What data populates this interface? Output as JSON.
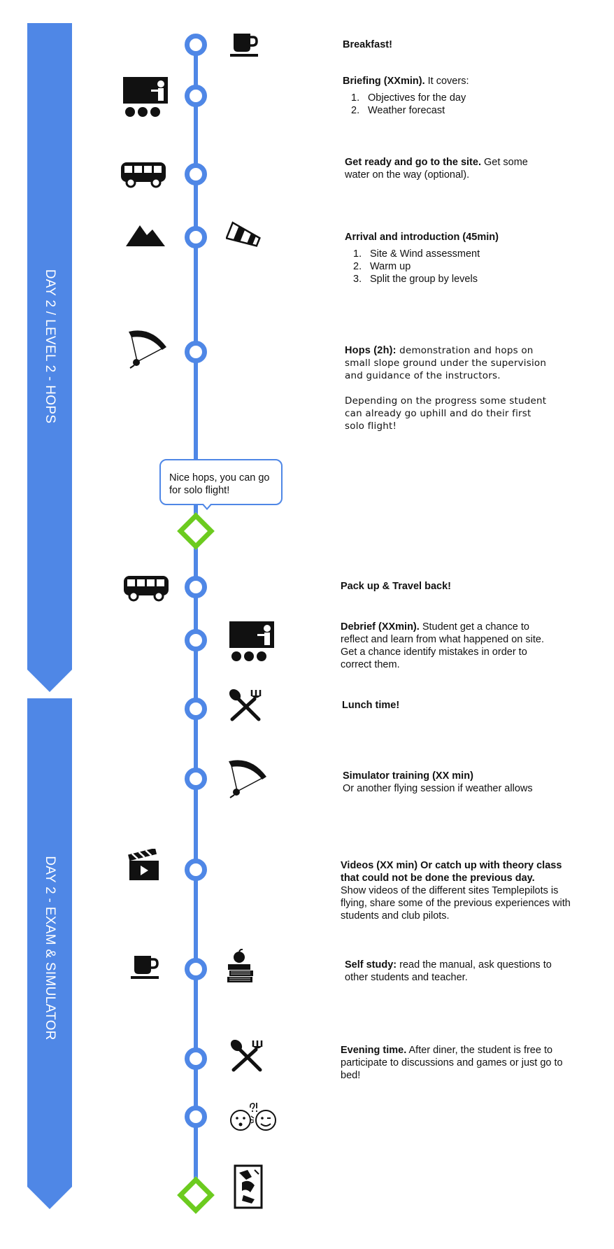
{
  "bands": {
    "day2_level2": "DAY 2 / LEVEL 2 - HOPS",
    "day2_exam": "DAY 2 - EXAM & SIMULATOR"
  },
  "colors": {
    "timeline": "#4f87e6",
    "milestone": "#6ccb1f",
    "band": "#4f87e6"
  },
  "bubble": "Nice hops, you can go for solo flight!",
  "steps": {
    "breakfast": {
      "title": "Breakfast!"
    },
    "briefing": {
      "title": "Briefing (XXmin).",
      "rest": " It covers:",
      "list": [
        {
          "n": "1.",
          "t": "Objectives for the day"
        },
        {
          "n": "2.",
          "t": "Weather forecast"
        }
      ]
    },
    "getready": {
      "title": "Get ready and go to the site.",
      "rest": " Get some water on the way (optional)."
    },
    "arrival": {
      "title": "Arrival and introduction (45min)",
      "list": [
        {
          "n": "1.",
          "t": "Site & Wind assessment"
        },
        {
          "n": "2.",
          "t": "Warm up"
        },
        {
          "n": "3.",
          "t": "Split the group by levels"
        }
      ]
    },
    "hops": {
      "title": "Hops (2h):",
      "rest": " demonstration and hops on small slope ground under the supervision and guidance of the instructors.",
      "para2": "Depending on the progress some student can already go uphill and do their first solo flight!"
    },
    "packup": {
      "title": "Pack up & Travel back!"
    },
    "debrief": {
      "title": "Debrief (XXmin).",
      "rest": " Student get a chance to reflect and learn from what happened on site. Get a chance identify mistakes in order to correct them."
    },
    "lunch": {
      "title": "Lunch time!"
    },
    "simulator": {
      "title": "Simulator training (XX min)",
      "rest": "Or another flying session if weather allows"
    },
    "videos": {
      "title": "Videos (XX min) Or catch up with theory class that could not be done the previous day.",
      "rest": "Show videos of the different sites Templepilots is flying, share some of the previous experiences with students and club pilots."
    },
    "selfstudy": {
      "title": "Self study:",
      "rest": " read the manual, ask questions to other students and teacher."
    },
    "evening": {
      "title": "Evening time.",
      "rest": " After diner, the student is free to participate to discussions and games or just go to bed!"
    }
  },
  "icons": [
    "coffee-cup-icon",
    "presentation-icon",
    "bus-icon",
    "mountain-icon",
    "windsock-icon",
    "paraglider-icon",
    "cutlery-icon",
    "clapperboard-icon",
    "books-apple-icon",
    "faces-icon",
    "exam-paper-icon"
  ]
}
